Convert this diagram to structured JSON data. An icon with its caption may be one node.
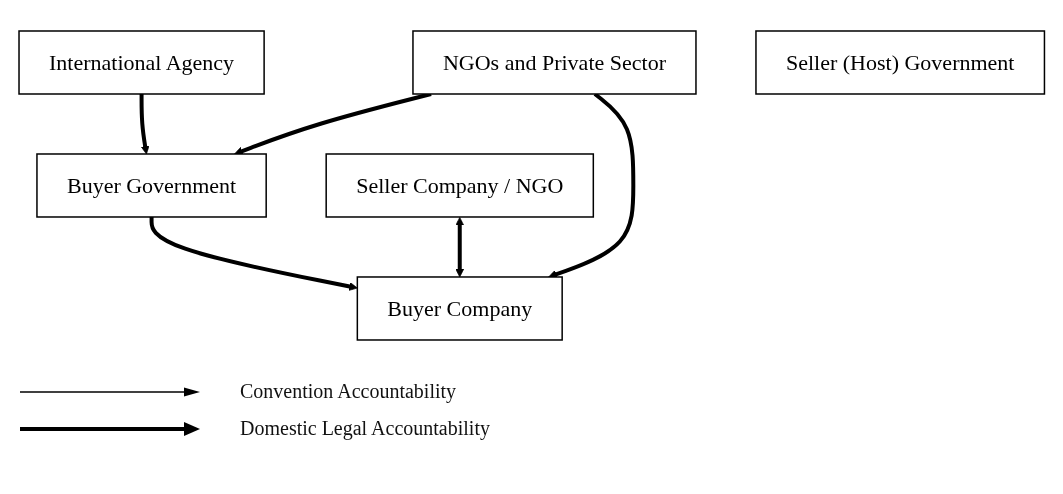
{
  "diagram": {
    "nodes": [
      {
        "text": [
          "International Agency"
        ]
      },
      {
        "text": [
          "NGOs and Private Sector"
        ]
      },
      {
        "text": [
          "Seller (Host) Government"
        ]
      },
      {
        "text": [
          "Buyer Government"
        ]
      },
      {
        "text": [
          "Seller Company / NGO"
        ]
      },
      {
        "text": [
          "Buyer Company"
        ]
      }
    ],
    "edges": [
      {
        "from": 0,
        "to": 3,
        "arrow": "to"
      },
      {
        "from": 1,
        "to": 3,
        "arrow": "to"
      },
      {
        "from": 3,
        "to": 5,
        "arrow": "to"
      },
      {
        "from": 4,
        "to": 5,
        "arrow": "both"
      },
      {
        "from": 1,
        "to": 5,
        "arrow": "to"
      }
    ],
    "legend": [
      {
        "text": "Convention Accountability"
      },
      {
        "text": "Domestic Legal Accountability"
      }
    ]
  }
}
